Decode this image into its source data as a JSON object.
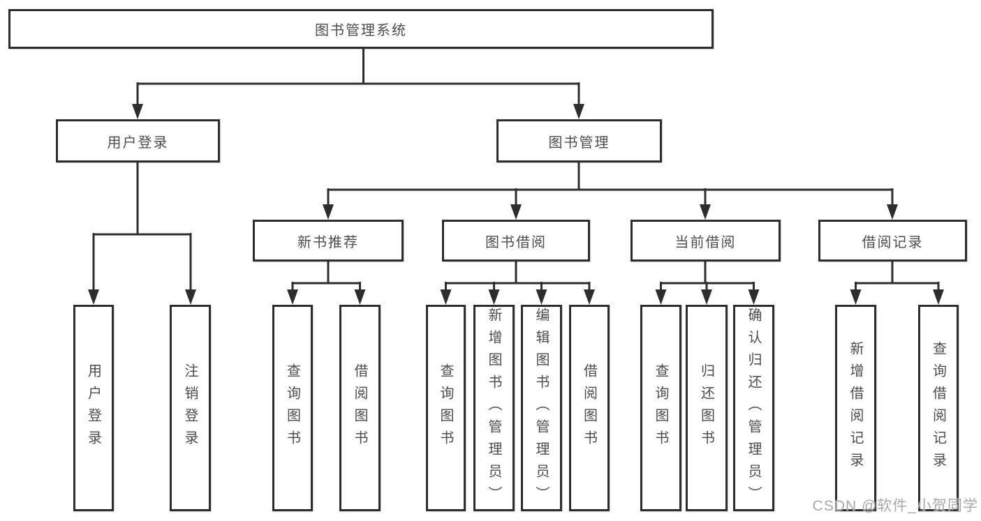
{
  "tree": {
    "root": {
      "label": "图书管理系统",
      "children": [
        {
          "label": "用户登录",
          "children": [
            {
              "label": "用户登录"
            },
            {
              "label": "注销登录"
            }
          ]
        },
        {
          "label": "图书管理",
          "children": [
            {
              "label": "新书推荐",
              "children": [
                {
                  "label": "查询图书"
                },
                {
                  "label": "借阅图书"
                }
              ]
            },
            {
              "label": "图书借阅",
              "children": [
                {
                  "label": "查询图书"
                },
                {
                  "label": "新增图书（管理员）"
                },
                {
                  "label": "编辑图书（管理员）"
                },
                {
                  "label": "借阅图书"
                }
              ]
            },
            {
              "label": "当前借阅",
              "children": [
                {
                  "label": "查询图书"
                },
                {
                  "label": "归还图书"
                },
                {
                  "label": "确认归还（管理员）"
                }
              ]
            },
            {
              "label": "借阅记录",
              "children": [
                {
                  "label": "新增借阅记录"
                },
                {
                  "label": "查询借阅记录"
                }
              ]
            }
          ]
        }
      ]
    }
  },
  "watermark": {
    "text": "CSDN @软件_小贺同学"
  },
  "colors": {
    "line": "#2d2d2d",
    "box-border": "#2d2d2d",
    "box-text": "#4c4c4c",
    "background": "#ffffff",
    "watermark": "#a8a8a8"
  }
}
